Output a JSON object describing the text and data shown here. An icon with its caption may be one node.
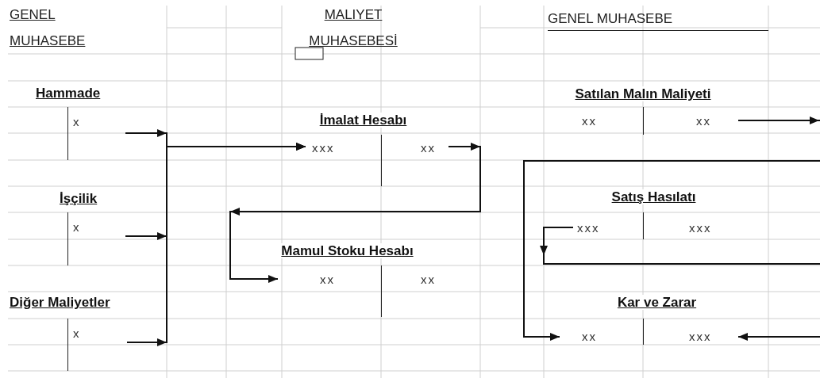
{
  "diagram": {
    "nodes": [
      {
        "text": [
          "Hammade",
          "x"
        ]
      },
      {
        "text": [
          "İşçilik",
          "x"
        ]
      },
      {
        "text": [
          "Diğer Maliyetler",
          "x"
        ]
      },
      {
        "text": [
          "İmalat Hesabı",
          "xxx",
          "xx"
        ]
      },
      {
        "text": [
          "Mamul Stoku Hesabı",
          "xx",
          "xx"
        ]
      },
      {
        "text": [
          "Satılan Malın Maliyeti",
          "xx",
          "xx"
        ]
      },
      {
        "text": [
          "Satış Hasılatı",
          "xxx",
          "xxx"
        ]
      },
      {
        "text": [
          "Kar ve Zarar",
          "xx",
          "xxx"
        ]
      }
    ],
    "edges": [
      {
        "from": 0,
        "to": 3,
        "arrow": "to"
      },
      {
        "from": 1,
        "to": 3,
        "arrow": "to"
      },
      {
        "from": 2,
        "to": 3,
        "arrow": "to"
      },
      {
        "from": 3,
        "to": 4,
        "arrow": "to"
      },
      {
        "from": 5,
        "to": 7,
        "arrow": "to"
      },
      {
        "from": 6,
        "to": 7,
        "arrow": "to"
      }
    ],
    "labels": [
      "GENEL MUHASEBE",
      "MALIYET MUHASEBESİ",
      "GENEL MUHASEBE"
    ]
  }
}
